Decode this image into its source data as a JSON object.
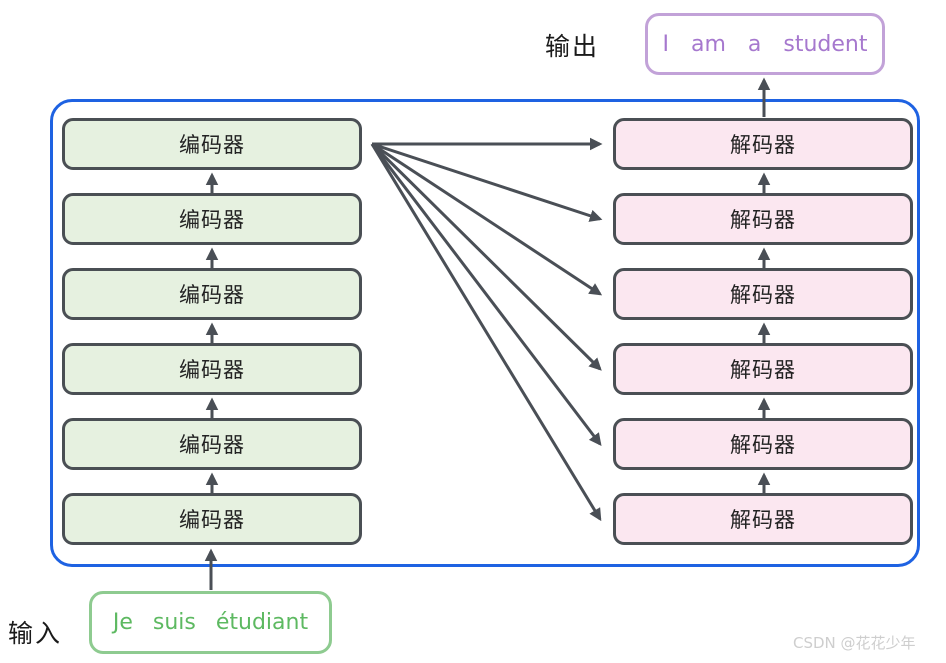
{
  "labels": {
    "output": "输出",
    "input": "输入"
  },
  "output_box": {
    "text": "I am a student"
  },
  "input_box": {
    "text": "Je suis étudiant"
  },
  "encoders": [
    {
      "label": "编码器"
    },
    {
      "label": "编码器"
    },
    {
      "label": "编码器"
    },
    {
      "label": "编码器"
    },
    {
      "label": "编码器"
    },
    {
      "label": "编码器"
    }
  ],
  "decoders": [
    {
      "label": "解码器"
    },
    {
      "label": "解码器"
    },
    {
      "label": "解码器"
    },
    {
      "label": "解码器"
    },
    {
      "label": "解码器"
    },
    {
      "label": "解码器"
    }
  ],
  "watermark": "CSDN @花花少年",
  "colors": {
    "frame_blue": "#1e62e2",
    "box_border_gray": "#4a4f54",
    "encoder_fill_green": "#e6f1e0",
    "decoder_fill_pink": "#fbe7f0",
    "arrow_gray": "#4a4f56",
    "output_border_purple": "#c2a2d8",
    "output_text_purple": "#a678ce",
    "input_border_green": "#8ecb90",
    "input_text_green": "#5db961",
    "watermark_gray": "#cecece"
  }
}
